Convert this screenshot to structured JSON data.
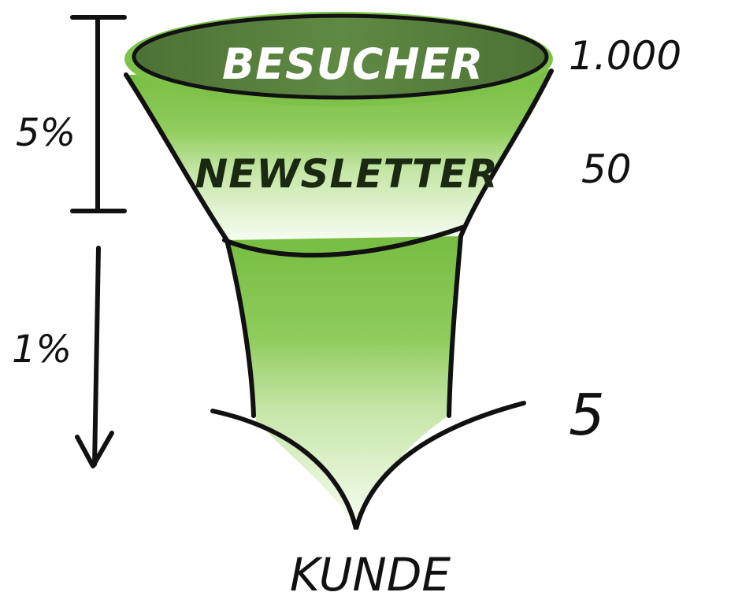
{
  "colors": {
    "rim_dark": "#537a3b",
    "rim_light": "#7ec24a",
    "funnel_top": "#77bd42",
    "funnel_mid": "#a9d87a",
    "funnel_bottom": "#f2f9ea",
    "ink": "#111111",
    "label_light": "#ffffff",
    "label_dark": "#1a2a12"
  },
  "stages": {
    "visitors": {
      "label": "BESUCHER",
      "count": "1.000"
    },
    "newsletter": {
      "label": "NEWSLETTER",
      "count": "50"
    },
    "customer": {
      "label": "KUNDE",
      "count": "5"
    }
  },
  "conversion_rates": {
    "visitors_to_newsletter": "5%",
    "newsletter_to_customer": "1%"
  }
}
